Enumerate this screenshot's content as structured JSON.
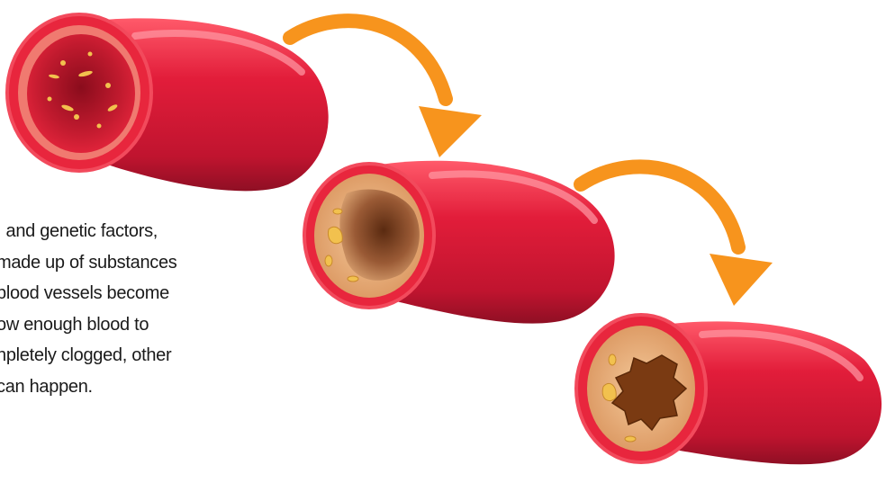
{
  "body_text": {
    "lines": [
      ", and genetic factors,",
      "made up of substances",
      "blood vessels become",
      "ow enough blood to",
      "npletely clogged, other",
      "can happen."
    ]
  },
  "vessels": [
    {
      "name": "healthy-artery"
    },
    {
      "name": "partially-narrowed-artery"
    },
    {
      "name": "severely-narrowed-artery"
    }
  ],
  "colors": {
    "artery_red": "#e21d3a",
    "artery_dark": "#a4112a",
    "arrow_orange": "#f7941d",
    "plaque": "#e8b77a"
  }
}
